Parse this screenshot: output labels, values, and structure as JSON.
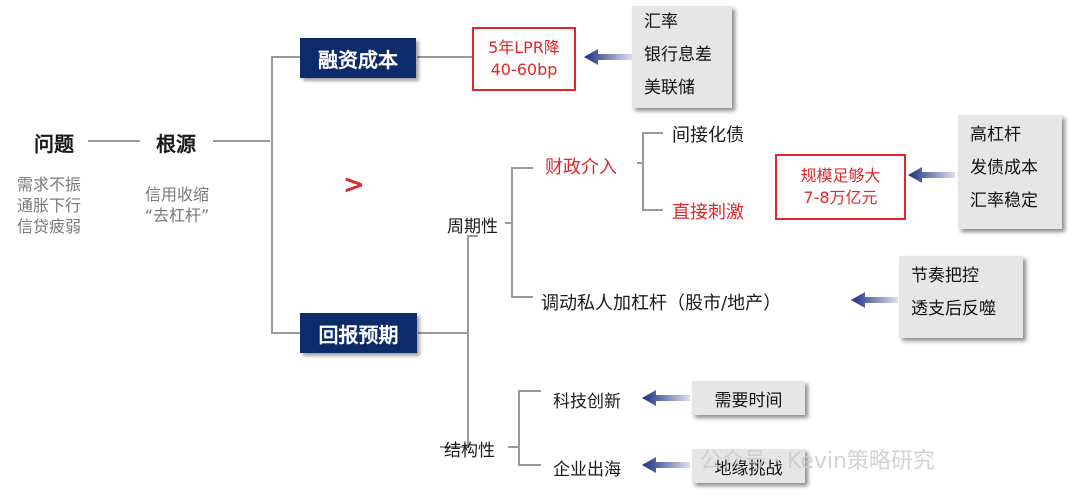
{
  "left": {
    "problem": "问题",
    "root": "根源",
    "symptoms": [
      "需求不振",
      "通胀下行",
      "信贷疲弱"
    ],
    "cause": [
      "信用收缩",
      "“去杠杆”"
    ],
    "gt": ">"
  },
  "financing": {
    "title": "融资成本",
    "lpr": [
      "5年LPR降",
      "40-60bp"
    ],
    "factors": [
      "汇率",
      "银行息差",
      "美联储"
    ]
  },
  "returns": {
    "title": "回报预期",
    "cyclical": "周期性",
    "structural": "结构性",
    "fiscal": "财政介入",
    "indirect": "间接化债",
    "direct": "直接刺激",
    "scale": [
      "规模足够大",
      "7-8万亿元"
    ],
    "scale_factors": [
      "高杠杆",
      "发债成本",
      "汇率稳定"
    ],
    "private": "调动私人加杠杆（股市/地产）",
    "private_factors": [
      "节奏把控",
      "透支后反噬"
    ],
    "tech": "科技创新",
    "tech_note": "需要时间",
    "overseas": "企业出海",
    "overseas_note": "地缘挑战"
  },
  "watermark": "公众号 · Kevin策略研究"
}
